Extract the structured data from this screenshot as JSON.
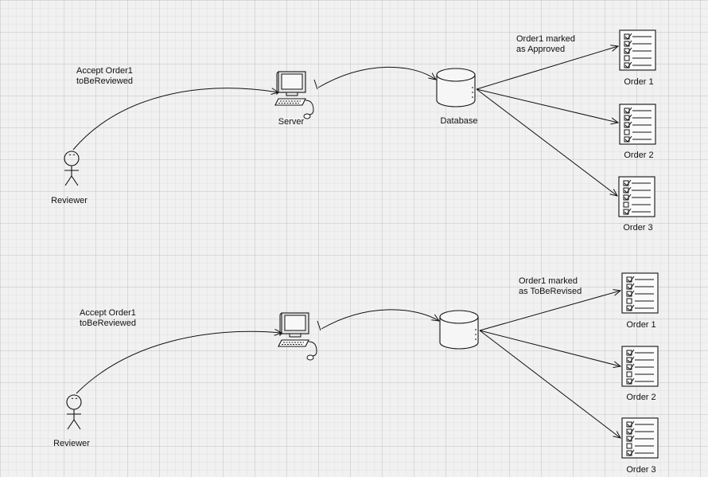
{
  "panels": [
    {
      "reviewer": "Reviewer",
      "action": [
        "Accept Order1",
        "toBeReviewed"
      ],
      "server": "Server",
      "database": "Database",
      "status": [
        "Order1 marked",
        "as  Approved"
      ],
      "orders": [
        "Order 1",
        "Order 2",
        "Order 3"
      ]
    },
    {
      "reviewer": "Reviewer",
      "action": [
        "Accept Order1",
        "toBeReviewed"
      ],
      "server": "",
      "database": "",
      "status": [
        "Order1 marked",
        "as  ToBeRevised"
      ],
      "orders": [
        "Order 1",
        "Order 2",
        "Order 3"
      ]
    }
  ],
  "colors": {
    "ink": "#111111",
    "grid": "#dcdcdc",
    "background": "#f1f1f1"
  }
}
